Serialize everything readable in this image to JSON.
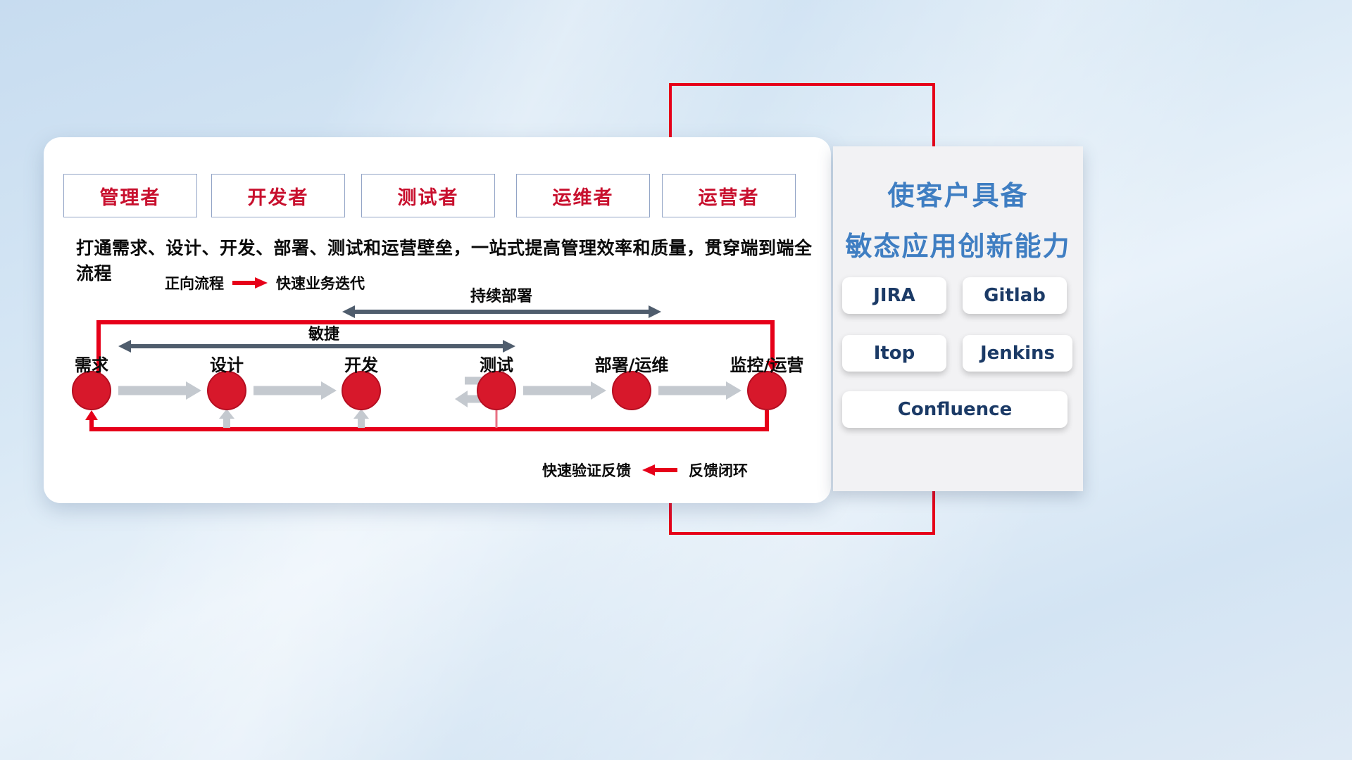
{
  "roles": [
    {
      "label": "管理者"
    },
    {
      "label": "开发者"
    },
    {
      "label": "测试者"
    },
    {
      "label": "运维者"
    },
    {
      "label": "运营者"
    }
  ],
  "subtitle": "打通需求、设计、开发、部署、测试和运营壁垒，一站式提高管理效率和质量，贯穿端到端全流程",
  "legend_forward": {
    "label": "正向流程",
    "desc": "快速业务迭代"
  },
  "legend_feedback": {
    "desc": "快速验证反馈",
    "label": "反馈闭环"
  },
  "flow": {
    "agile_label": "敏捷",
    "cd_label": "持续部署",
    "stages": [
      {
        "label": "需求"
      },
      {
        "label": "设计"
      },
      {
        "label": "开发"
      },
      {
        "label": "测试"
      },
      {
        "label": "部署/运维"
      },
      {
        "label": "监控/运营"
      }
    ]
  },
  "right_panel": {
    "title_line1": "使客户具备",
    "title_line2": "敏态应用创新能力",
    "tools": [
      {
        "label": "JIRA"
      },
      {
        "label": "Gitlab"
      },
      {
        "label": "Itop"
      },
      {
        "label": "Jenkins"
      },
      {
        "label": "Confluence"
      }
    ]
  },
  "colors": {
    "accent_red": "#e60019",
    "circle_red": "#d7182b",
    "title_blue": "#3f7ec2",
    "navy": "#1b3a66",
    "dark_arrow": "#4f5d6d",
    "gray_arrow": "#c4c9cf"
  }
}
